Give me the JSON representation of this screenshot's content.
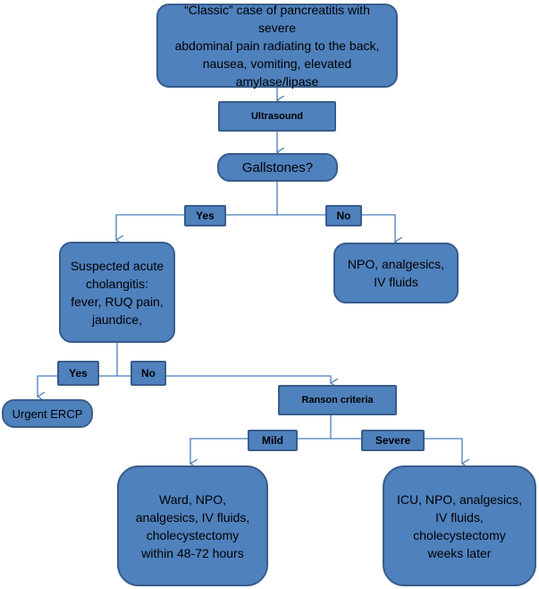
{
  "colors": {
    "box_fill": "#4f81bd",
    "box_border": "#385d8a",
    "connector": "#4a7ebb"
  },
  "nodes": {
    "start": "“Classic” case of pancreatitis with severe\nabdominal pain radiating to the back,\nnausea, vomiting, elevated\namylase/lipase",
    "ultrasound": "Ultrasound",
    "gallstones": "Gallstones?",
    "yes_1": "Yes",
    "no_1": "No",
    "npo_fluids": "NPO, analgesics,\nIV fluids",
    "cholangitis": "Suspected acute\ncholangitis:\nfever, RUQ pain,\njaundice,",
    "yes_2": "Yes",
    "no_2": "No",
    "urgent_ercp": "Urgent ERCP",
    "ranson": "Ranson criteria",
    "mild": "Mild",
    "severe": "Severe",
    "ward": "Ward, NPO,\nanalgesics, IV fluids,\ncholecystectomy\nwithin 48-72 hours",
    "icu": "ICU, NPO, analgesics,\nIV fluids,\ncholecystectomy\nweeks later"
  }
}
